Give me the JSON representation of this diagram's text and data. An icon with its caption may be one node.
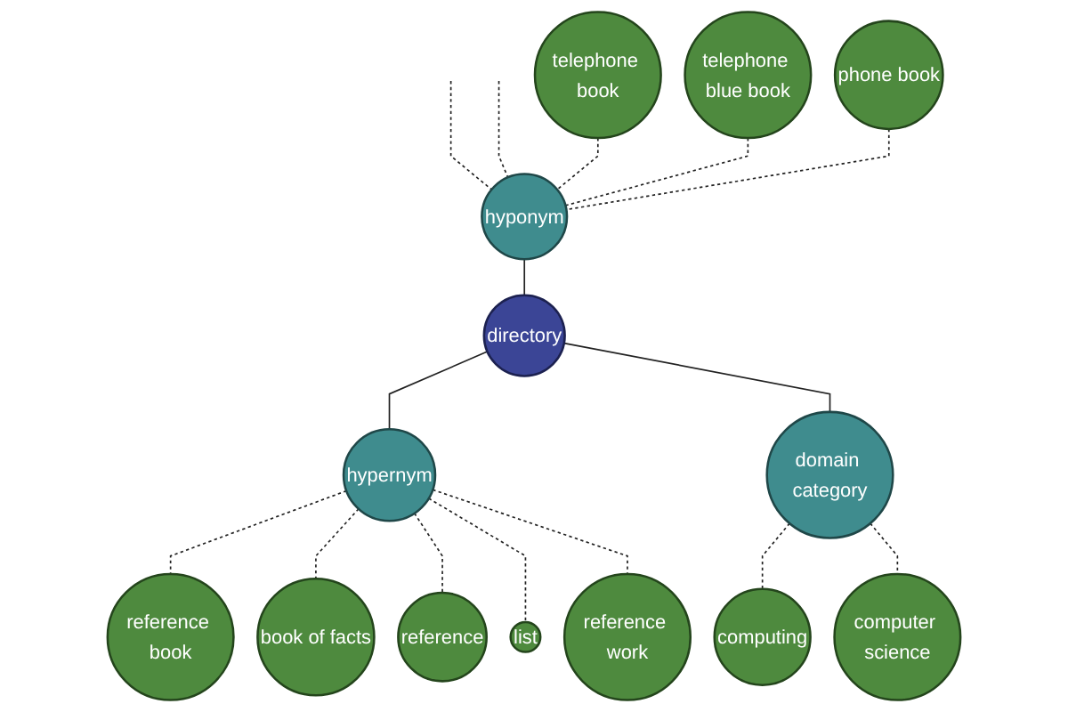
{
  "diagram": {
    "nodes": [
      {
        "text": [
          "telephone book"
        ]
      },
      {
        "text": [
          "telephone blue book"
        ]
      },
      {
        "text": [
          "hyponym"
        ]
      },
      {
        "text": [
          "phone book"
        ]
      },
      {
        "text": [
          "computing"
        ]
      },
      {
        "text": [
          "computer science"
        ]
      },
      {
        "text": [
          "directory"
        ]
      },
      {
        "text": [
          "domain category"
        ]
      },
      {
        "text": [
          "reference book"
        ]
      },
      {
        "text": [
          "book of facts"
        ]
      },
      {
        "text": [
          "hypernym"
        ]
      },
      {
        "text": [
          "reference"
        ]
      },
      {
        "text": [
          "list"
        ]
      },
      {
        "text": [
          "reference work"
        ]
      }
    ],
    "edges": [
      {
        "from": null,
        "to": 2,
        "arrow": "none",
        "style": "dashed"
      },
      {
        "from": null,
        "to": 2,
        "arrow": "none",
        "style": "dashed"
      },
      {
        "from": 0,
        "to": 2,
        "arrow": "none",
        "style": "dashed"
      },
      {
        "from": 1,
        "to": 2,
        "arrow": "none",
        "style": "dashed"
      },
      {
        "from": 3,
        "to": 2,
        "arrow": "none",
        "style": "dashed"
      },
      {
        "from": 2,
        "to": 6,
        "arrow": "none"
      },
      {
        "from": 6,
        "to": 10,
        "arrow": "none"
      },
      {
        "from": 6,
        "to": 7,
        "arrow": "none"
      },
      {
        "from": 10,
        "to": 8,
        "arrow": "none",
        "style": "dashed"
      },
      {
        "from": 10,
        "to": 9,
        "arrow": "none",
        "style": "dashed"
      },
      {
        "from": 10,
        "to": 11,
        "arrow": "none",
        "style": "dashed"
      },
      {
        "from": 10,
        "to": 12,
        "arrow": "none",
        "style": "dashed"
      },
      {
        "from": 10,
        "to": 13,
        "arrow": "none",
        "style": "dashed"
      },
      {
        "from": 7,
        "to": 4,
        "arrow": "none",
        "style": "dashed"
      },
      {
        "from": 7,
        "to": 5,
        "arrow": "none",
        "style": "dashed"
      }
    ]
  }
}
